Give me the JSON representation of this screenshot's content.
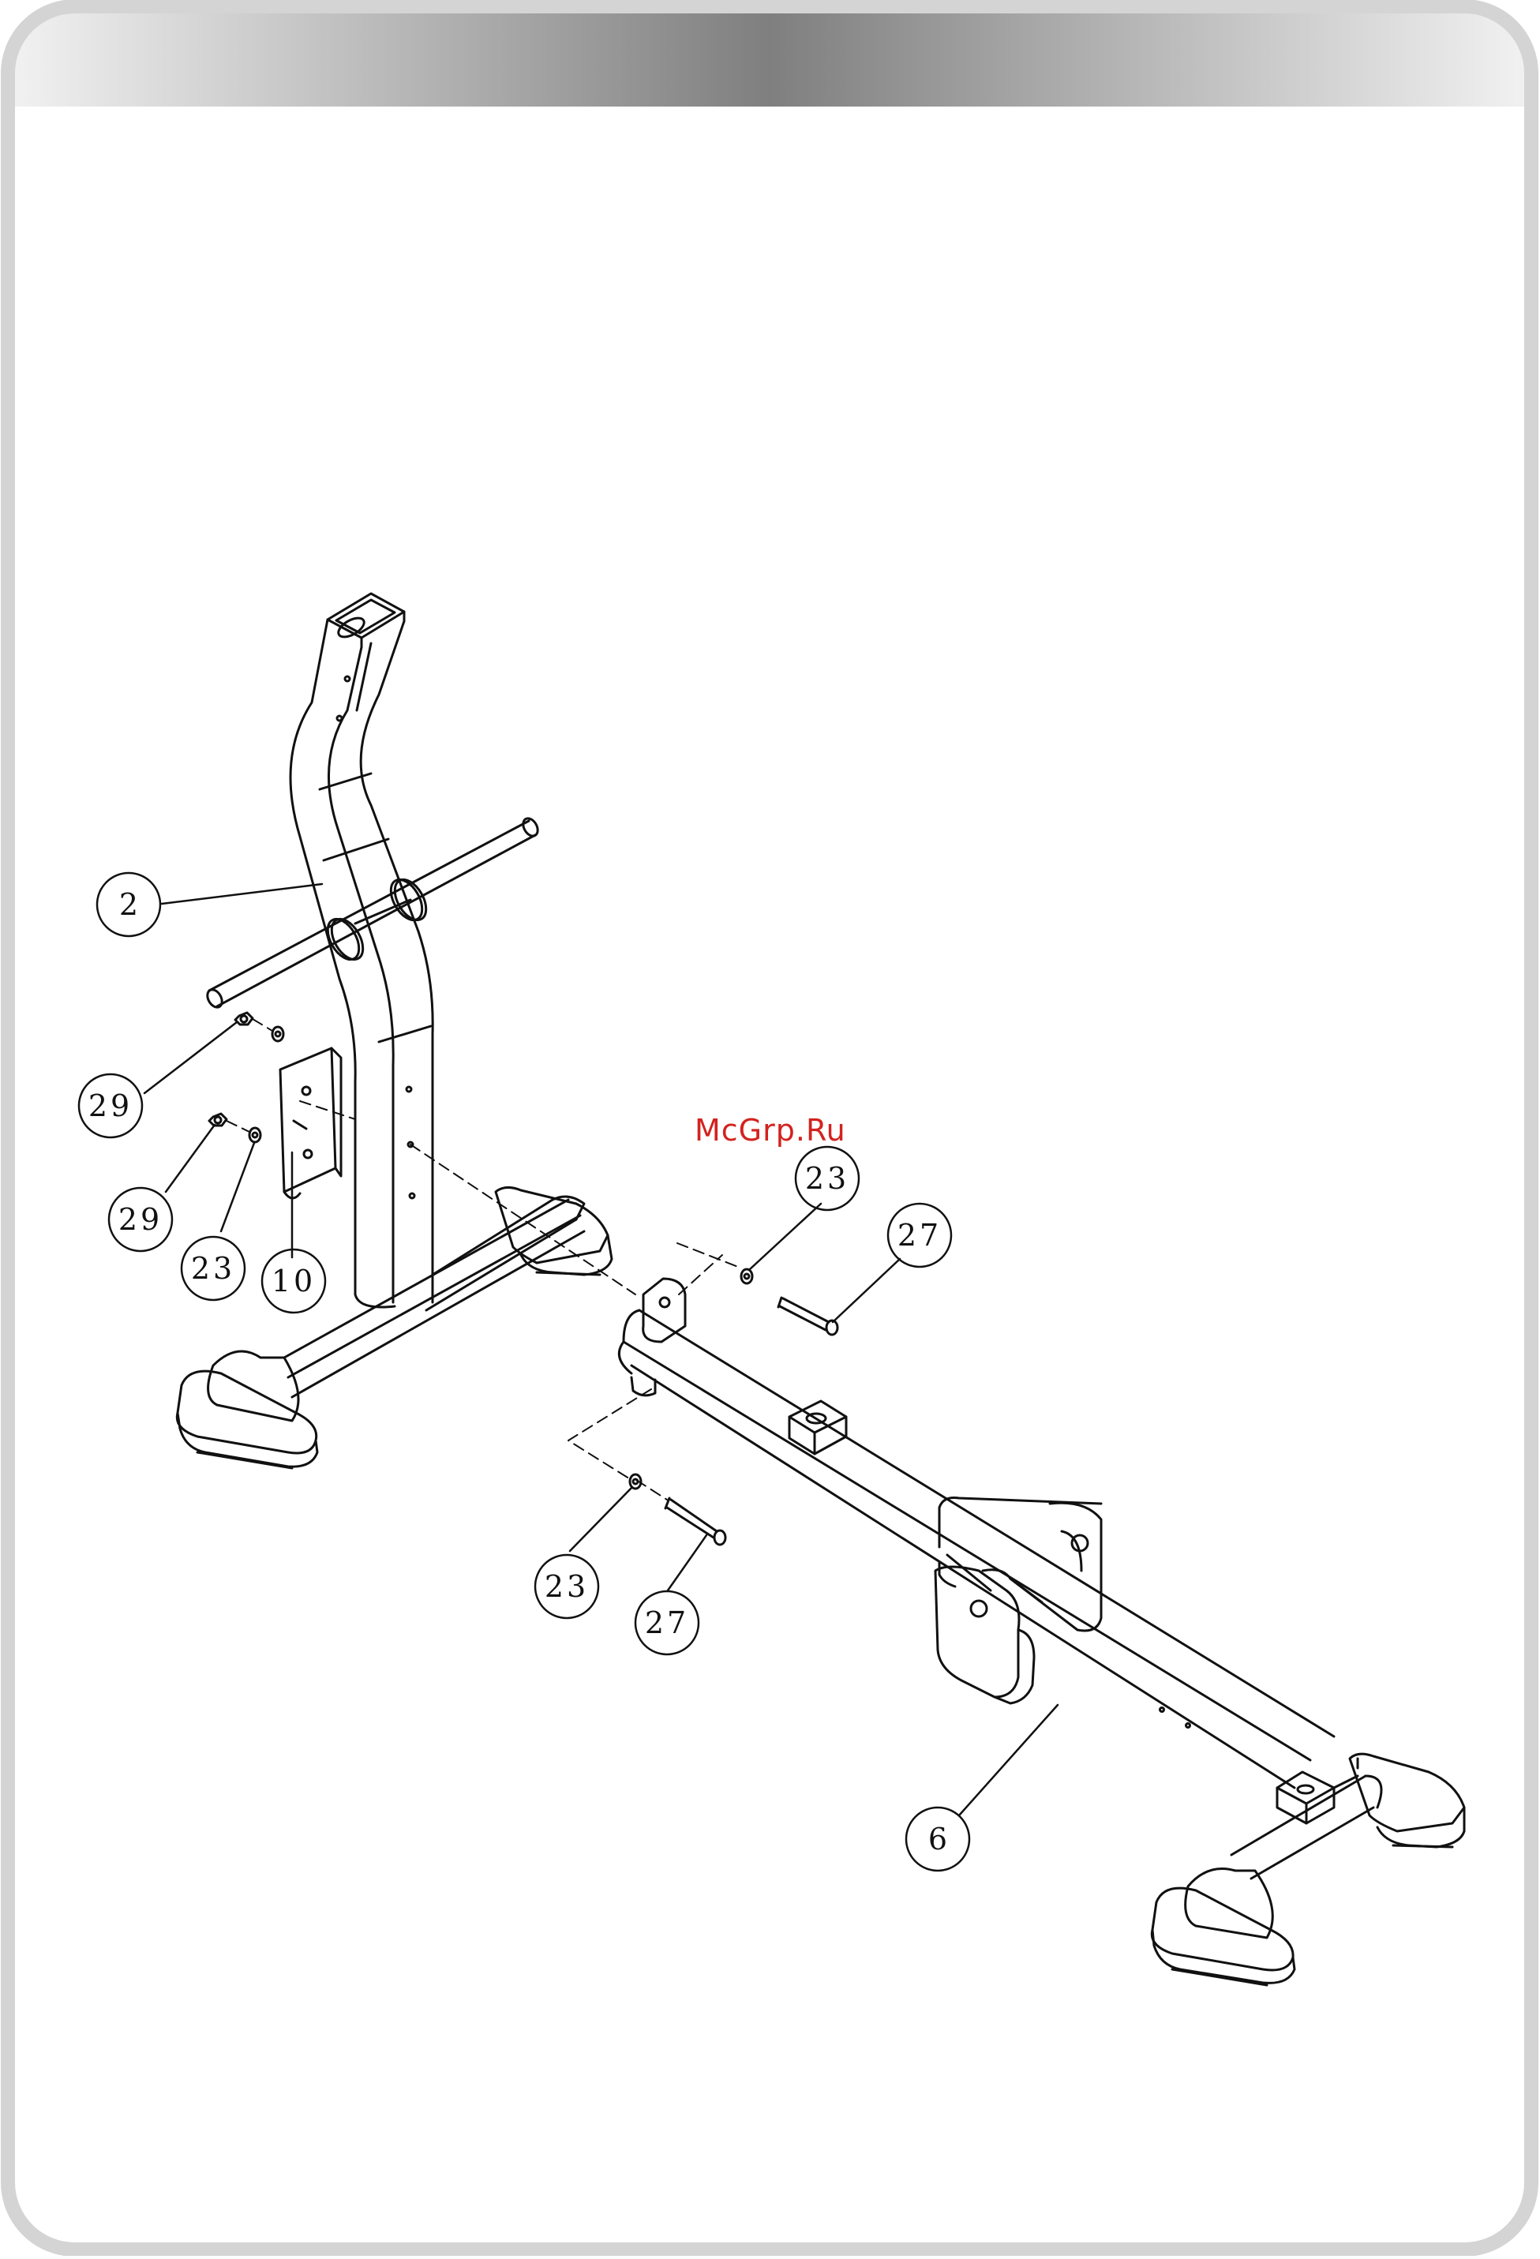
{
  "watermark": "McGrp.Ru",
  "colors": {
    "frame": "#d4d4d4",
    "header_mid": "#7f7f7f",
    "line": "#111111",
    "watermark": "#d2231f"
  },
  "callouts": {
    "c2": "2",
    "c29a": "29",
    "c29b": "29",
    "c23a": "23",
    "c10": "10",
    "c23b": "23",
    "c27a": "27",
    "c23c": "23",
    "c27b": "27",
    "c6": "6"
  }
}
